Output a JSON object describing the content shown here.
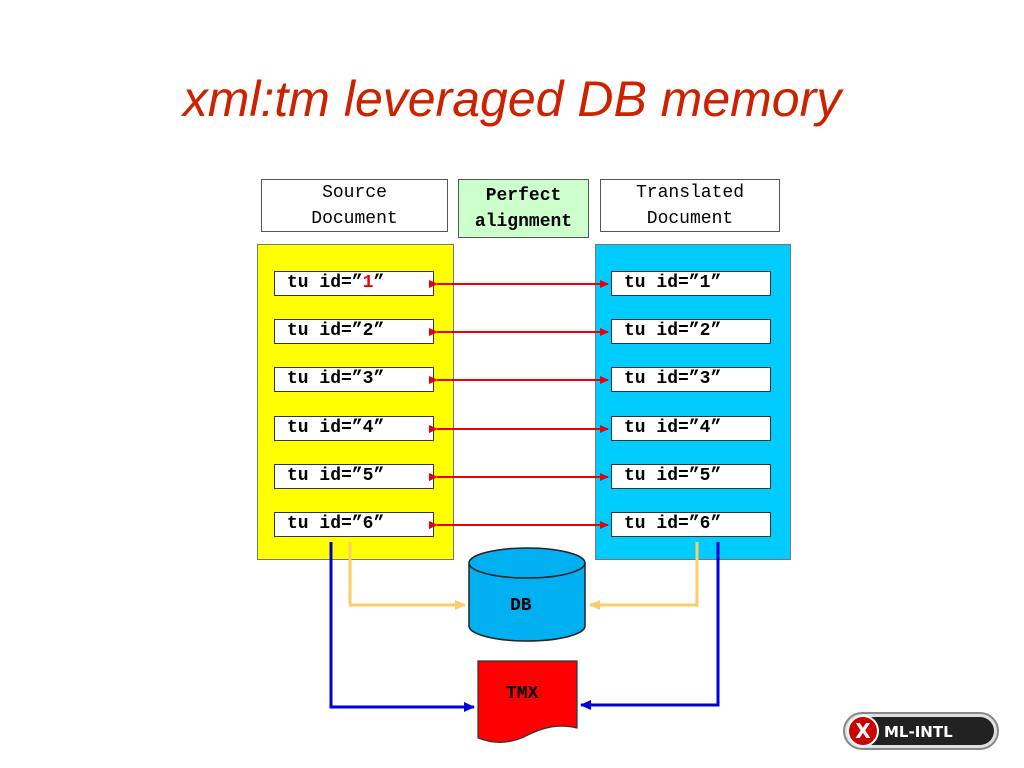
{
  "slide": {
    "title": "xml:tm leveraged DB memory"
  },
  "headers": {
    "source_line1": "Source",
    "source_line2": "Document",
    "alignment_line1": "Perfect",
    "alignment_line2": "alignment",
    "translated_line1": "Translated",
    "translated_line2": "Document"
  },
  "source_units": [
    {
      "prefix": "tu id=”",
      "id": "1",
      "suffix": "”"
    },
    {
      "prefix": "tu id=”",
      "id": "2",
      "suffix": "”"
    },
    {
      "prefix": "tu id=”",
      "id": "3",
      "suffix": "”"
    },
    {
      "prefix": "tu id=”",
      "id": "4",
      "suffix": "”"
    },
    {
      "prefix": "tu id=”",
      "id": "5",
      "suffix": "”"
    },
    {
      "prefix": "tu id=”",
      "id": "6",
      "suffix": "”"
    }
  ],
  "translated_units": [
    {
      "prefix": "tu id=”",
      "id": "1",
      "suffix": "”"
    },
    {
      "prefix": "tu id=”",
      "id": "2",
      "suffix": "”"
    },
    {
      "prefix": "tu id=”",
      "id": "3",
      "suffix": "”"
    },
    {
      "prefix": "tu id=”",
      "id": "4",
      "suffix": "”"
    },
    {
      "prefix": "tu id=”",
      "id": "5",
      "suffix": "”"
    },
    {
      "prefix": "tu id=”",
      "id": "6",
      "suffix": "”"
    }
  ],
  "db_label": "DB",
  "tmx_label": "TMX",
  "logo": {
    "mark": "X",
    "text": "ML-INTL"
  },
  "colors": {
    "title": "#cc2200",
    "source_panel": "#ffff00",
    "translated_panel": "#00ccff",
    "alignment_box": "#ccffcc",
    "db_fill": "#00b0f0",
    "tmx_fill": "#ff0000",
    "alignment_arrow": "#e8000a",
    "db_arrow": "#ffcc66",
    "tmx_arrow": "#0000dd"
  }
}
